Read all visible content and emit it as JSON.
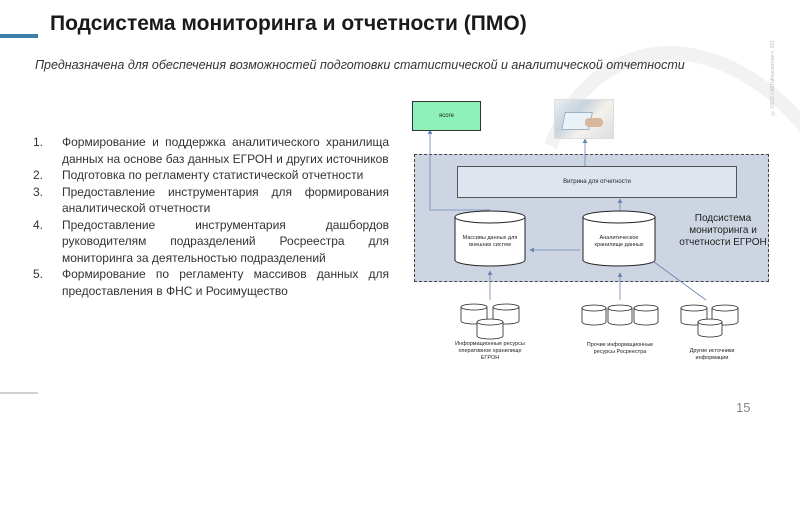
{
  "slide": {
    "title": "Подсистема мониторинга и отчетности (ПМО)",
    "subtitle": "Предназначена для обеспечения возможностей подготовки статистической и аналитической отчетности",
    "copyright": "© ООО «ЭйТиКонсалтинг», 201",
    "page_number": "15",
    "items": [
      {
        "num": "1.",
        "text": "Формирование и поддержка аналитического хранилища данных на основе баз данных ЕГРОН и других источников"
      },
      {
        "num": "2.",
        "text": "Подготовка по регламенту статистической отчетности"
      },
      {
        "num": "3.",
        "text": "Предоставление инструментария для формирования аналитической отчетности"
      },
      {
        "num": "4.",
        "text": "Предоставление инструментария дашбордов руководителям подразделений Росреестра для мониторинга за деятельностью подразделений"
      },
      {
        "num": "5.",
        "text": "Формирование по регламенту массивов данных для предоставления в ФНС и Росимущество"
      }
    ]
  },
  "diagram": {
    "green_box": "ясоге",
    "showcase": "Витрина для отчетности",
    "subsystem_label": "Подсистема мониторинга и отчетности ЕГРОН",
    "db_left": "Массивы данных для внешних систем",
    "db_right": "Аналитическое хранилище данных",
    "src_left": "Информационные ресурсы оперативное хранилище ЕГРОН",
    "src_mid": "Прочие информационные ресурсы Росреестра",
    "src_right": "Другие источники информации"
  }
}
